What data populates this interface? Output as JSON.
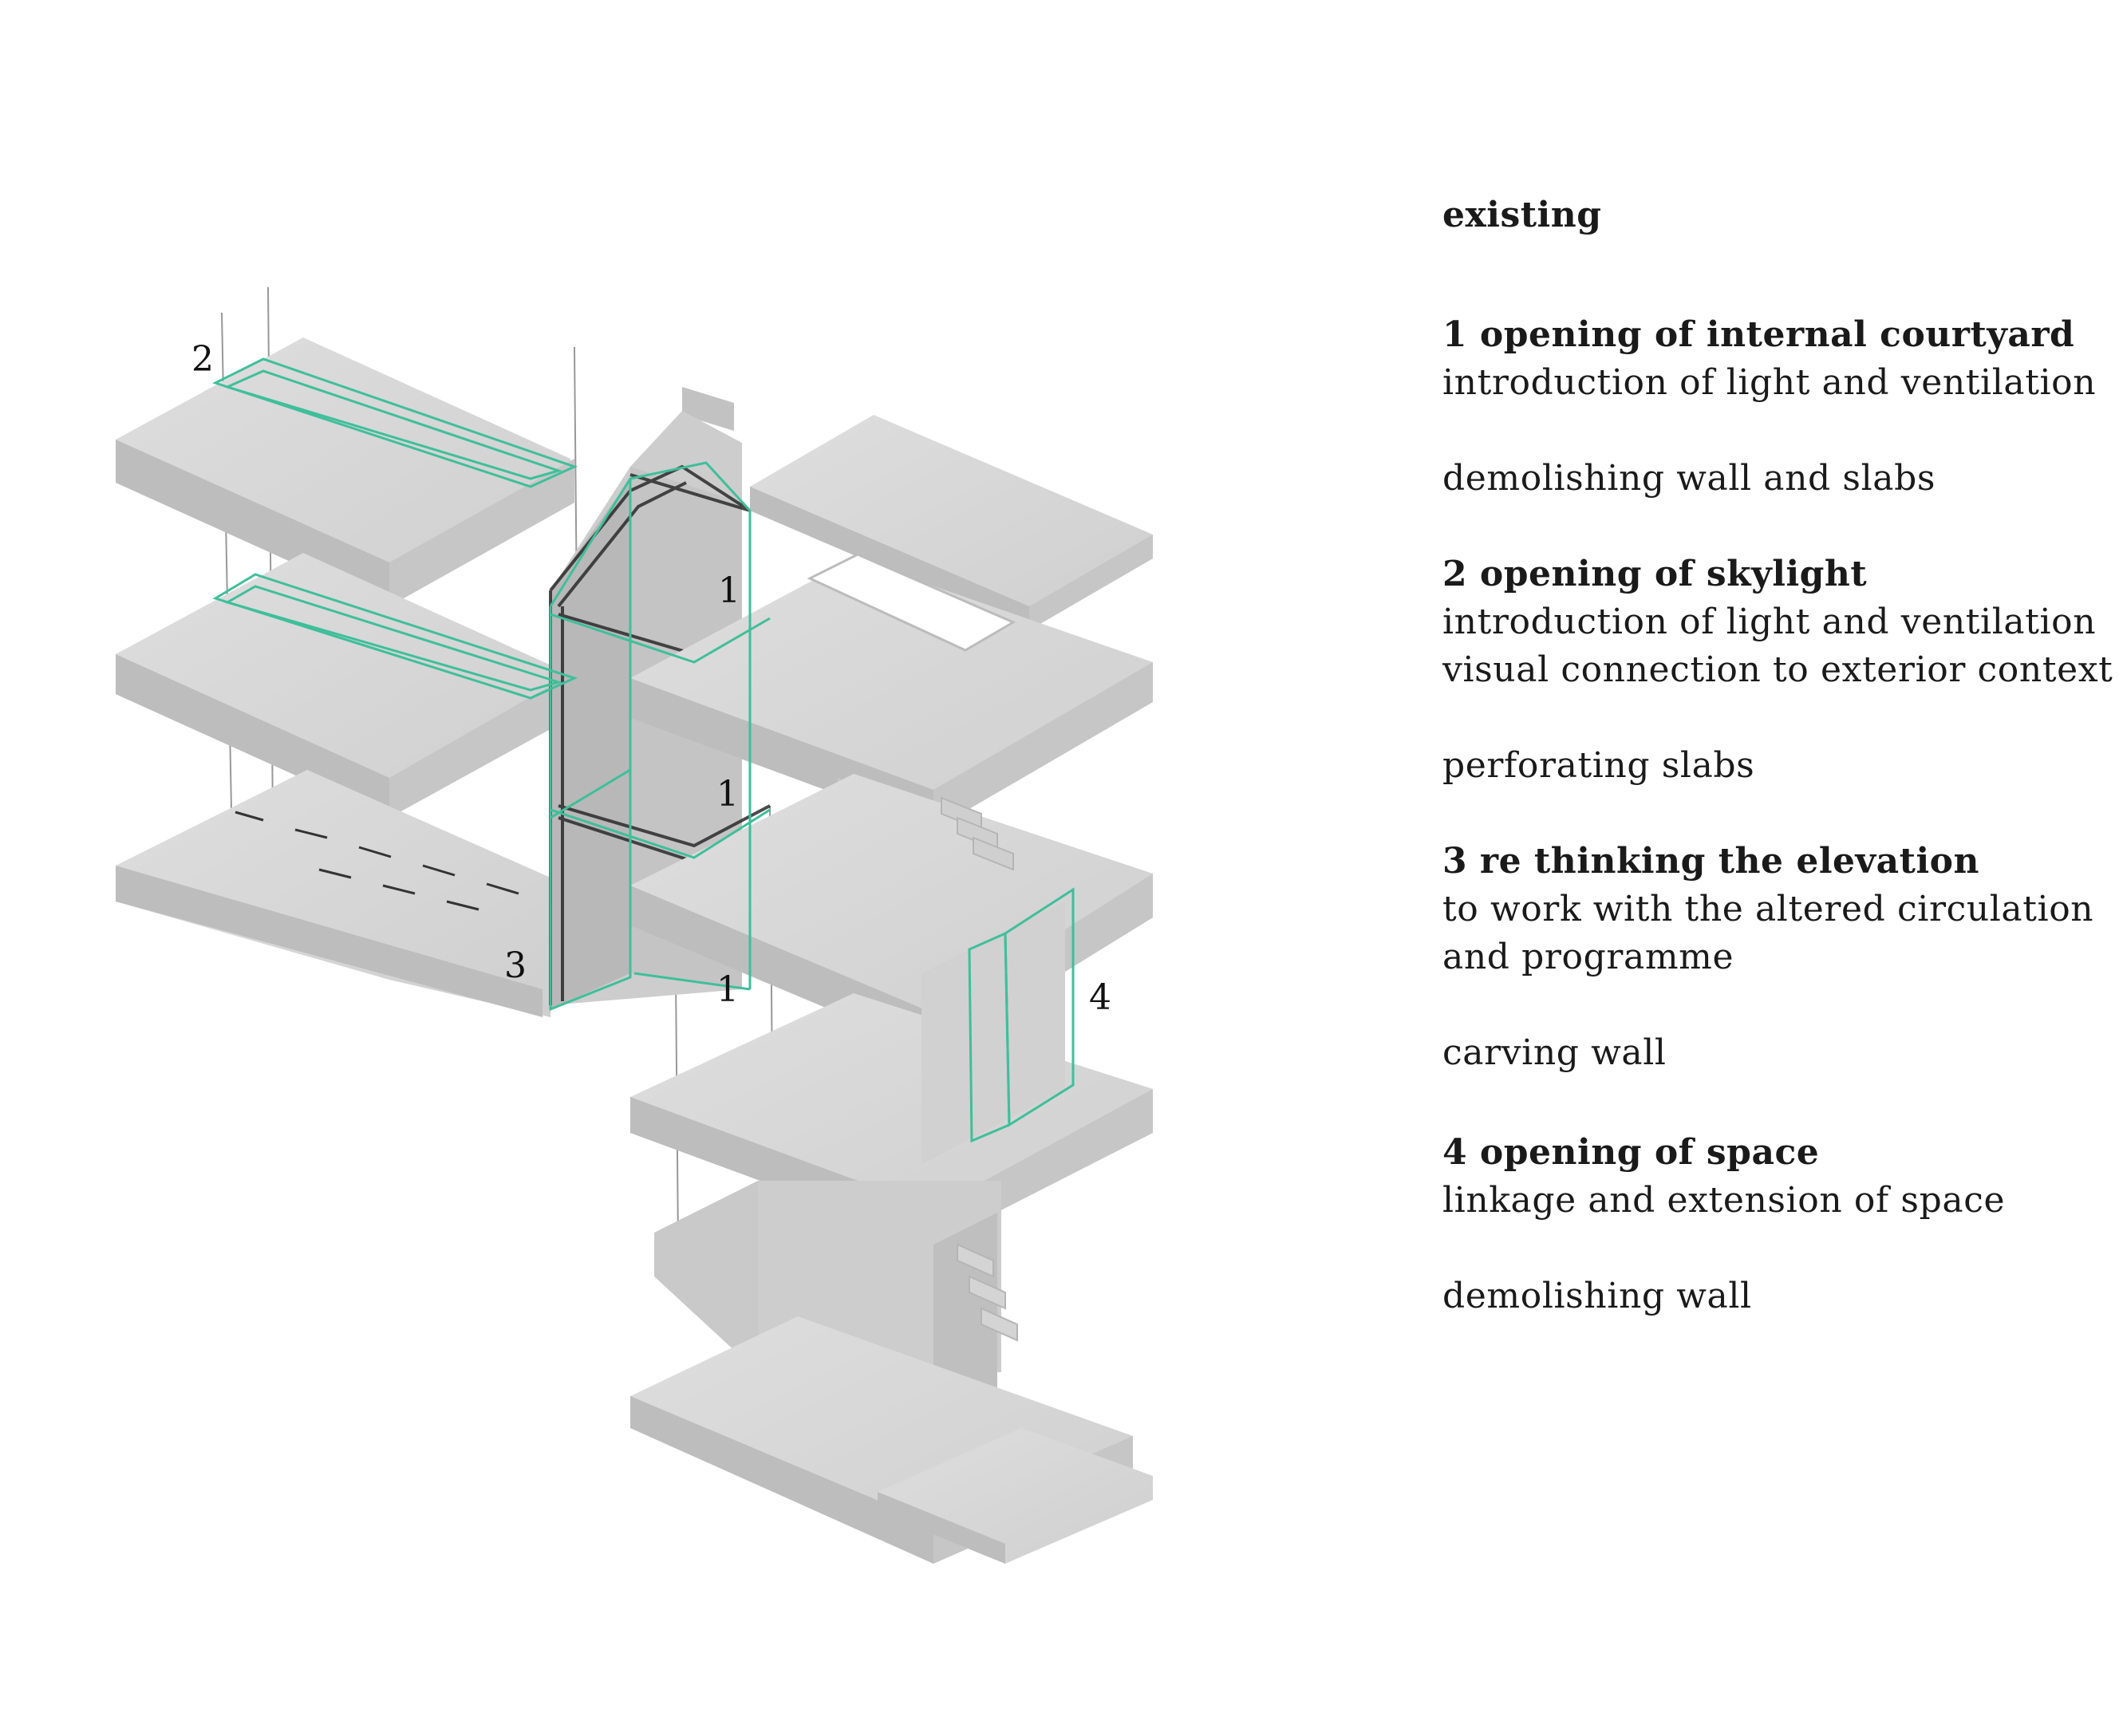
{
  "markers": {
    "m1a": "1",
    "m1b": "1",
    "m1c": "1",
    "m2": "2",
    "m3": "3",
    "m4": "4"
  },
  "legend": {
    "existing": "existing",
    "item1": {
      "heading": "1 opening of internal courtyard",
      "desc": [
        "introduction of light and ventilation"
      ],
      "action": "demolishing wall and slabs"
    },
    "item2": {
      "heading": "2 opening of skylight",
      "desc": [
        "introduction of light and ventilation",
        "visual connection to exterior context"
      ],
      "action": "perforating slabs"
    },
    "item3": {
      "heading": "3 re thinking the elevation",
      "desc": [
        "to work with the altered circulation",
        "and programme"
      ],
      "action": "carving wall"
    },
    "item4": {
      "heading": "4 opening of space",
      "desc": [
        "linkage and extension of space"
      ],
      "action": "demolishing wall"
    }
  },
  "colors": {
    "intervention": "#3fbf9a",
    "slab_top": "#d8d8d8",
    "slab_side": "#bcbcbc",
    "wall": "#c9c9c9",
    "hatch": "#2b2b2b"
  }
}
